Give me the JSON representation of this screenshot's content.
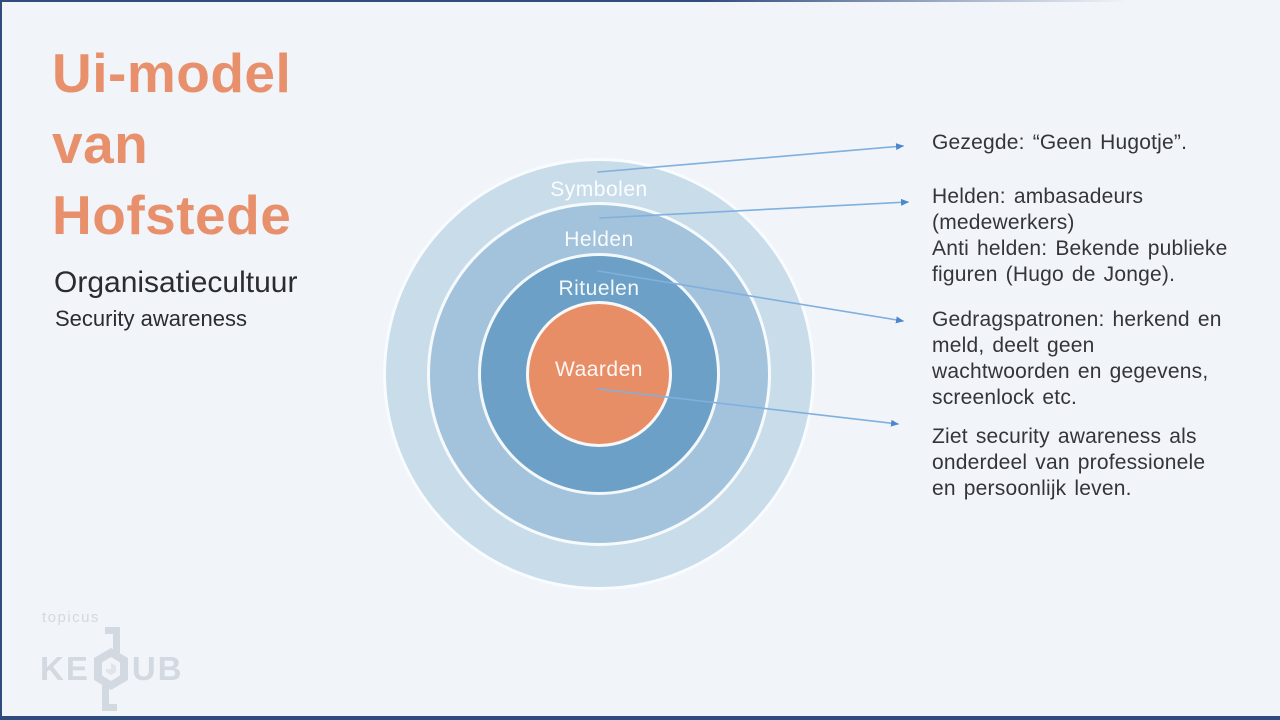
{
  "slide": {
    "title_lines": [
      "Ui-model",
      "van",
      "Hofstede"
    ],
    "subtitle": "Organisatiecultuur",
    "tagline": "Security awareness",
    "title_color": "#E8906C",
    "background": "#F1F4F9",
    "border_color": "#2F4C7E"
  },
  "diagram": {
    "type": "onion-model",
    "rings": [
      {
        "label": "Symbolen",
        "color": "#C9DCEA"
      },
      {
        "label": "Helden",
        "color": "#A2C3DB"
      },
      {
        "label": "Rituelen",
        "color": "#6CA0C6"
      },
      {
        "label": "Waarden",
        "color": "#E88E67"
      }
    ]
  },
  "annotations": [
    "Gezegde: “Geen Hugotje”.",
    "Helden: ambasadeurs\n(medewerkers)\nAnti helden: Bekende publieke\nfiguren (Hugo de Jonge).",
    "Gedragspatronen:  herkend en\nmeld, deelt geen\nwachtwoorden  en gegevens,\nscreenlock etc.",
    "Ziet security awareness  als\nonderdeel van  professionele\nen persoonlijk leven."
  ],
  "arrows": {
    "line_color": "#7FB0DE",
    "head_color": "#4C86CC"
  },
  "logo": {
    "brand": "topicus",
    "word_start": "KE",
    "word_end": "UB",
    "color": "#D3D9E0"
  }
}
